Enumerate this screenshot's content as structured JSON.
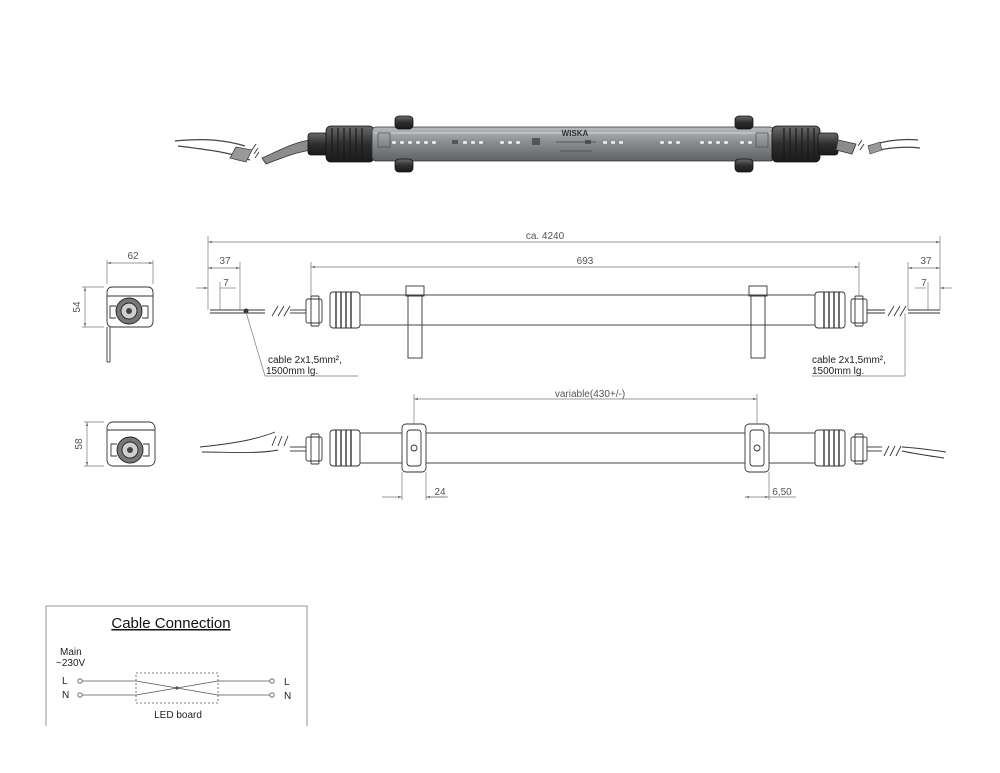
{
  "render": {
    "brand": "WISKA"
  },
  "side_view": {
    "dims": {
      "overall": "ca. 4240",
      "clip_spacing": "693",
      "left_end": "37",
      "left_lead": "7",
      "right_end": "37",
      "right_lead": "7"
    },
    "cable_left": [
      "cable 2x1,5mm²,",
      "1500mm lg."
    ],
    "cable_right": [
      "cable 2x1,5mm²,",
      "1500mm lg."
    ]
  },
  "end_view_top": {
    "width": "62",
    "height": "54"
  },
  "end_view_bottom": {
    "height": "58"
  },
  "bottom_view": {
    "variable": "variable(430+/-)",
    "clip_width": "24",
    "clip_offset": "6,50"
  },
  "cable_connection": {
    "title": "Cable Connection",
    "main": "Main",
    "voltage": "~230V",
    "l_in": "L",
    "n_in": "N",
    "l_out": "L",
    "n_out": "N",
    "board": "LED board"
  },
  "colors": {
    "line": "#333333",
    "dim": "#777777",
    "tube_fill": "#8a8e91",
    "endcap": "#3a3a3a"
  }
}
